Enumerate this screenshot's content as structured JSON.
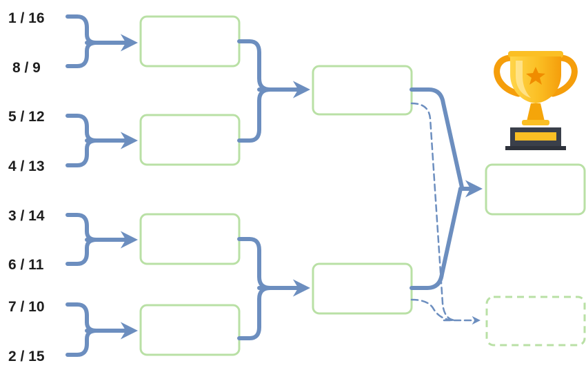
{
  "colors": {
    "connector": "#6c8ebf",
    "slot_border": "#b9e0a5",
    "text": "#1e1e1e",
    "trophy_gold": "#f4b400",
    "trophy_base": "#3a3f4a"
  },
  "seeds": [
    {
      "label": "1 / 16"
    },
    {
      "label": "8 / 9"
    },
    {
      "label": "5 / 12"
    },
    {
      "label": "4 / 13"
    },
    {
      "label": "3 / 14"
    },
    {
      "label": "6 / 11"
    },
    {
      "label": "7 / 10"
    },
    {
      "label": "2 / 15"
    }
  ],
  "icons": {
    "trophy": "trophy-icon"
  }
}
